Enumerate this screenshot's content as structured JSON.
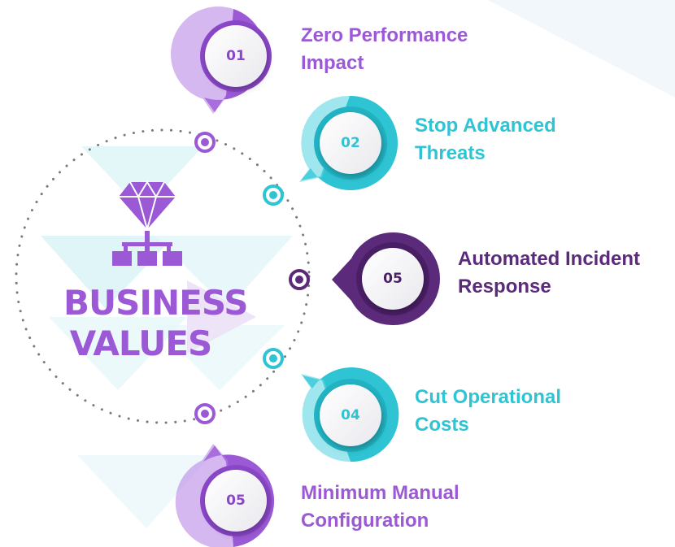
{
  "title": {
    "line1": "BUSINESS",
    "line2": "VALUES"
  },
  "colors": {
    "purple": "#9b59d6",
    "cyan": "#2ec4d4",
    "dark_purple": "#5c2a7a",
    "dotted_circle": "#7a7a7a",
    "background_triangles": "#e0f5f8"
  },
  "icons": [
    "diamond-icon",
    "network-hierarchy-icon"
  ],
  "items": [
    {
      "number": "01",
      "line1": "Zero Performance",
      "line2": "Impact",
      "color": "#9b59d6"
    },
    {
      "number": "02",
      "line1": "Stop Advanced",
      "line2": "Threats",
      "color": "#2ec4d4"
    },
    {
      "number": "05",
      "line1": "Automated Incident",
      "line2": "Response",
      "color": "#5c2a7a"
    },
    {
      "number": "04",
      "line1": "Cut Operational",
      "line2": "Costs",
      "color": "#2ec4d4"
    },
    {
      "number": "05",
      "line1": "Minimum Manual",
      "line2": "Configuration",
      "color": "#9b59d6"
    }
  ]
}
